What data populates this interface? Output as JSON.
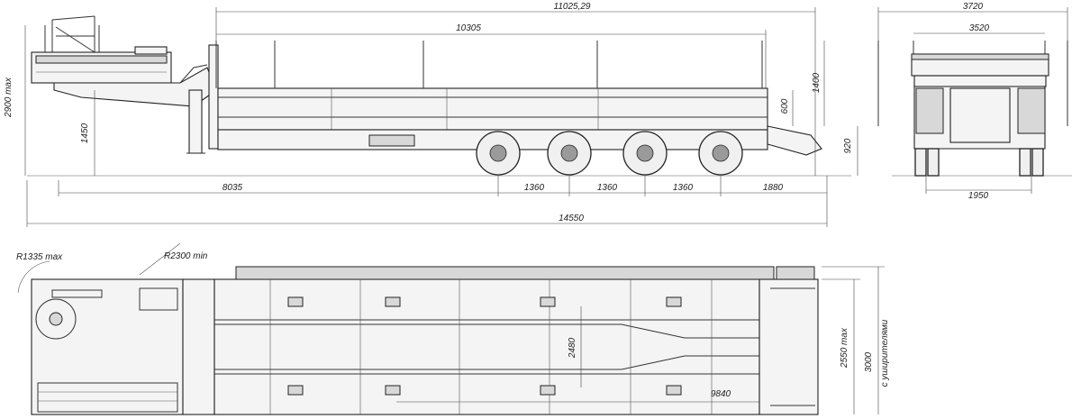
{
  "dimensions": {
    "overall_length_top": "11025,29",
    "deck_length": "10305",
    "gooseneck_height": "2900 max",
    "deck_height": "1450",
    "stake_height": "1400",
    "side_board": "600",
    "ramp_height": "920",
    "to_first_axle": "8035",
    "axle_spacing_1": "1360",
    "axle_spacing_2": "1360",
    "axle_spacing_3": "1360",
    "rear_overhang": "1880",
    "total_length": "14550",
    "front_width_total": "3720",
    "front_width_deck": "3520",
    "track_width": "1950",
    "turn_radius_front": "R1335 max",
    "turn_radius_min": "R2300 min",
    "inner_width": "2480",
    "ramp_length": "9840",
    "overall_width_max": "2550 max",
    "width_with_extensions": "3000",
    "with_extensions_label": "с уширителями"
  },
  "colors": {
    "line": "#333333",
    "background": "#ffffff"
  }
}
